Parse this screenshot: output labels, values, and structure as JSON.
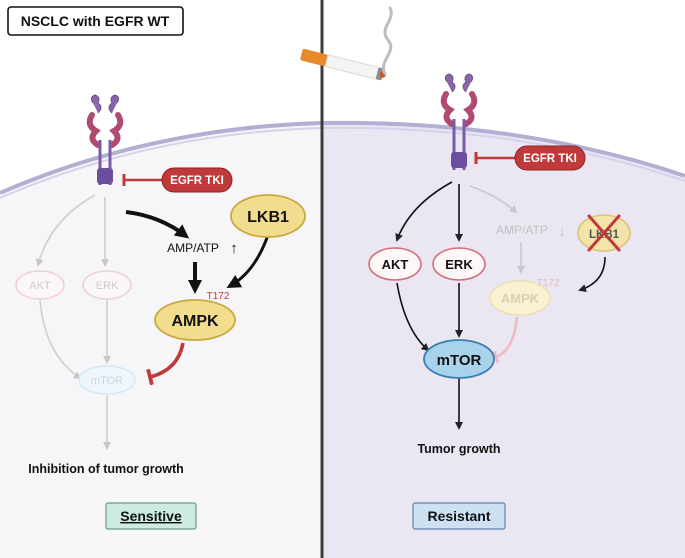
{
  "title": "NSCLC with EGFR WT",
  "left": {
    "drug": "EGFR TKI",
    "ratio": "AMP/ATP",
    "ratio_arrow": "↑",
    "lkb1": "LKB1",
    "akt": "AKT",
    "erk": "ERK",
    "ampk": "AMPK",
    "phospho": "T172",
    "mtor": "mTOR",
    "outcome": "Inhibition of tumor growth",
    "label": "Sensitive"
  },
  "right": {
    "drug": "EGFR TKI",
    "ratio": "AMP/ATP",
    "ratio_arrow": "↓",
    "lkb1": "LKB1",
    "akt": "AKT",
    "erk": "ERK",
    "ampk": "AMPK",
    "phospho": "T172",
    "mtor": "mTOR",
    "outcome": "Tumor growth",
    "label": "Resistant"
  },
  "colors": {
    "left_bg": "#f7f7f9",
    "right_bg": "#eae7f2",
    "membrane": "#a9a4cc",
    "drug_red": "#c0393b",
    "yellow": "#f2dd8e",
    "yellow_border": "#c9a842",
    "mtor_blue": "#a9d3ec",
    "mtor_border": "#3a7fb0",
    "label_green": "#cdebe0",
    "label_blue": "#cde1f3"
  }
}
